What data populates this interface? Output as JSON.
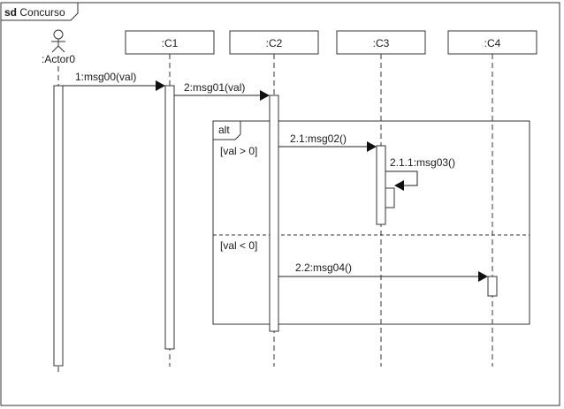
{
  "frame": {
    "keyword": "sd",
    "name": "Concurso"
  },
  "participants": {
    "actor": ":Actor0",
    "c1": ":C1",
    "c2": ":C2",
    "c3": ":C3",
    "c4": ":C4"
  },
  "messages": {
    "m1": "1:msg00(val)",
    "m2": "2:msg01(val)",
    "m21": "2.1:msg02()",
    "m211": "2.1.1:msg03()",
    "m22": "2.2:msg04()"
  },
  "fragment": {
    "operator": "alt",
    "guard1": "[val > 0]",
    "guard2": "[val < 0]"
  }
}
